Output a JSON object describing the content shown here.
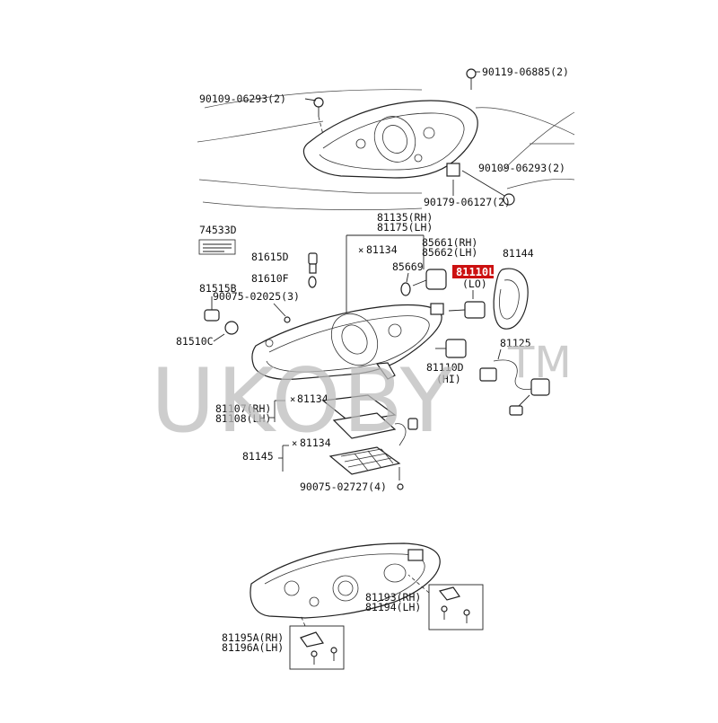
{
  "diagram": {
    "highlight_color": "#cc1111",
    "watermark": {
      "text": "UKOBY",
      "mark": "TM"
    },
    "labels": {
      "p90119": "90119-06885(2)",
      "p90109_top": "90109-06293(2)",
      "p90109_right": "90109-06293(2)",
      "p90179": "90179-06127(2)",
      "p74533": "74533D",
      "p81135": "81135(RH)",
      "p81175": "81175(LH)",
      "p81134a": "81134",
      "p85661": "85661(RH)",
      "p85662": "85662(LH)",
      "p81144": "81144",
      "p81615": "81615D",
      "p85669": "85669",
      "p81110L": "81110L",
      "lo": "(LO)",
      "p81610": "81610F",
      "p81515": "81515B",
      "p90075a": "90075-02025(3)",
      "p81510": "81510C",
      "p81125": "81125",
      "p81110D": "81110D",
      "hi": "(HI)",
      "p81107": "81107(RH)",
      "p81108": "81108(LH)",
      "p81134b": "81134",
      "p81134c": "81134",
      "p81145": "81145",
      "p90075b": "90075-02727(4)",
      "p81193": "81193(RH)",
      "p81194": "81194(LH)",
      "p81195": "81195A(RH)",
      "p81196": "81196A(LH)"
    }
  }
}
